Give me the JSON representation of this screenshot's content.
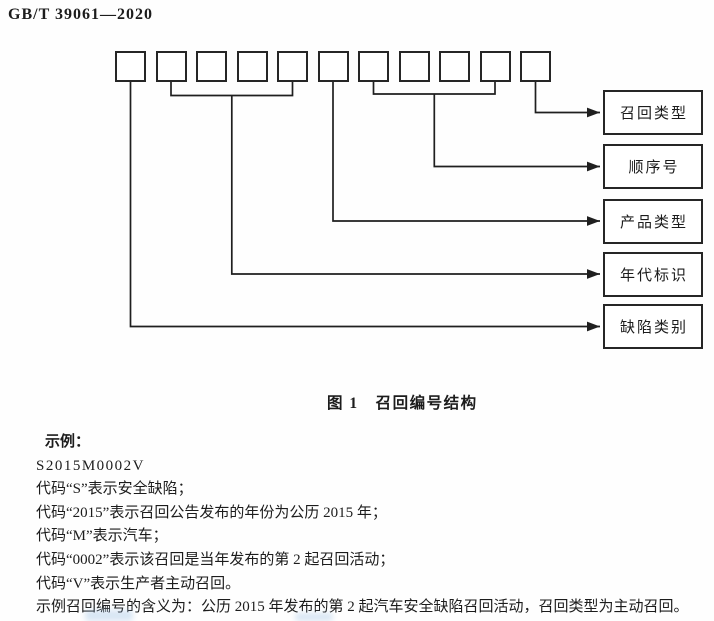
{
  "page": {
    "header": "GB/T 39061—2020"
  },
  "figure": {
    "caption": "图 1　召回编号结构",
    "code_box_count": 11,
    "labels": [
      "召回类型",
      "顺序号",
      "产品类型",
      "年代标识",
      "缺陷类别"
    ]
  },
  "example": {
    "heading": "示例：",
    "code": "S2015M0002V",
    "lines": [
      "代码“S”表示安全缺陷；",
      "代码“2015”表示召回公告发布的年份为公历 2015 年；",
      "代码“M”表示汽车；",
      "代码“0002”表示该召回是当年发布的第 2 起召回活动；",
      "代码“V”表示生产者主动召回。",
      "示例召回编号的含义为：公历 2015 年发布的第 2 起汽车安全缺陷召回活动，召回类型为主动召回。"
    ]
  },
  "colors": {
    "ink": "#1c1c1c",
    "paper": "#fefefe"
  }
}
